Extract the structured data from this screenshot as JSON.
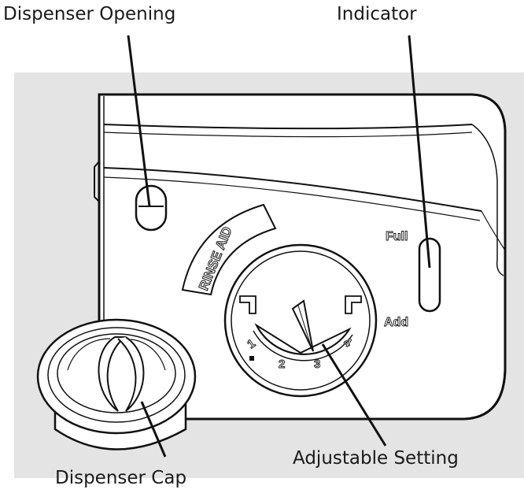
{
  "callouts": {
    "dispenser_opening": "Dispenser Opening",
    "indicator": "Indicator",
    "adjustable_setting": "Adjustable Setting",
    "dispenser_cap": "Dispenser Cap"
  },
  "panel": {
    "rinse_aid_label": "RINSE AID",
    "full_label": "Full",
    "add_label": "Add",
    "dial_numbers": [
      "1",
      "2",
      "3",
      "4"
    ]
  },
  "colors": {
    "background_panel": "#e4e4e4",
    "line": "#111111",
    "surface": "#ffffff"
  }
}
